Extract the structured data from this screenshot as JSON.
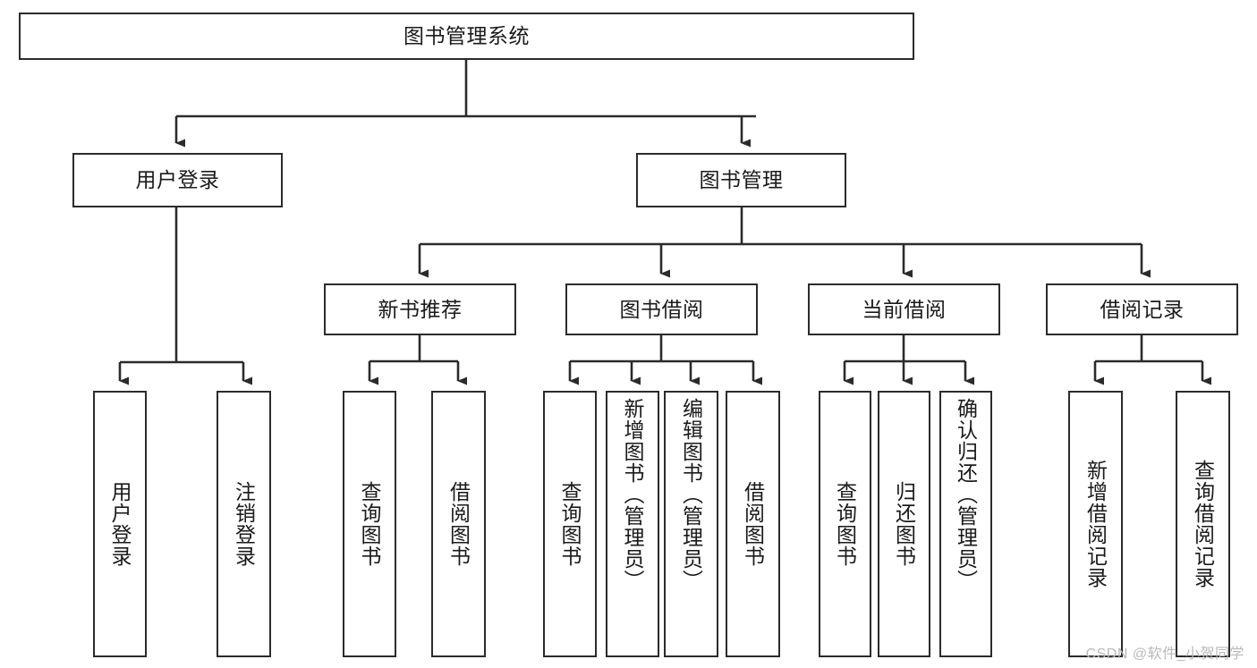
{
  "diagram": {
    "title": "图书管理系统",
    "type": "tree",
    "colors": {
      "stroke": "#2b2b2b",
      "fill": "#ffffff",
      "text": "#1a1a1a",
      "watermark": "#b9b9b9"
    },
    "root": {
      "label": "图书管理系统"
    },
    "level2": [
      {
        "label": "用户登录"
      },
      {
        "label": "图书管理"
      }
    ],
    "level3": [
      {
        "label": "新书推荐"
      },
      {
        "label": "图书借阅"
      },
      {
        "label": "当前借阅"
      },
      {
        "label": "借阅记录"
      }
    ],
    "leaves": {
      "user_login": [
        {
          "label": "用户登录"
        },
        {
          "label": "注销登录"
        }
      ],
      "new_book_recommend": [
        {
          "label": "查询图书"
        },
        {
          "label": "借阅图书"
        }
      ],
      "book_borrow": [
        {
          "label": "查询图书"
        },
        {
          "label": "新增图书（管理员）"
        },
        {
          "label": "编辑图书（管理员）"
        },
        {
          "label": "借阅图书"
        }
      ],
      "current_borrow": [
        {
          "label": "查询图书"
        },
        {
          "label": "归还图书"
        },
        {
          "label": "确认归还（管理员）"
        }
      ],
      "borrow_record": [
        {
          "label": "新增借阅记录"
        },
        {
          "label": "查询借阅记录"
        }
      ]
    },
    "watermark": "CSDN @软件_小贺同学"
  }
}
